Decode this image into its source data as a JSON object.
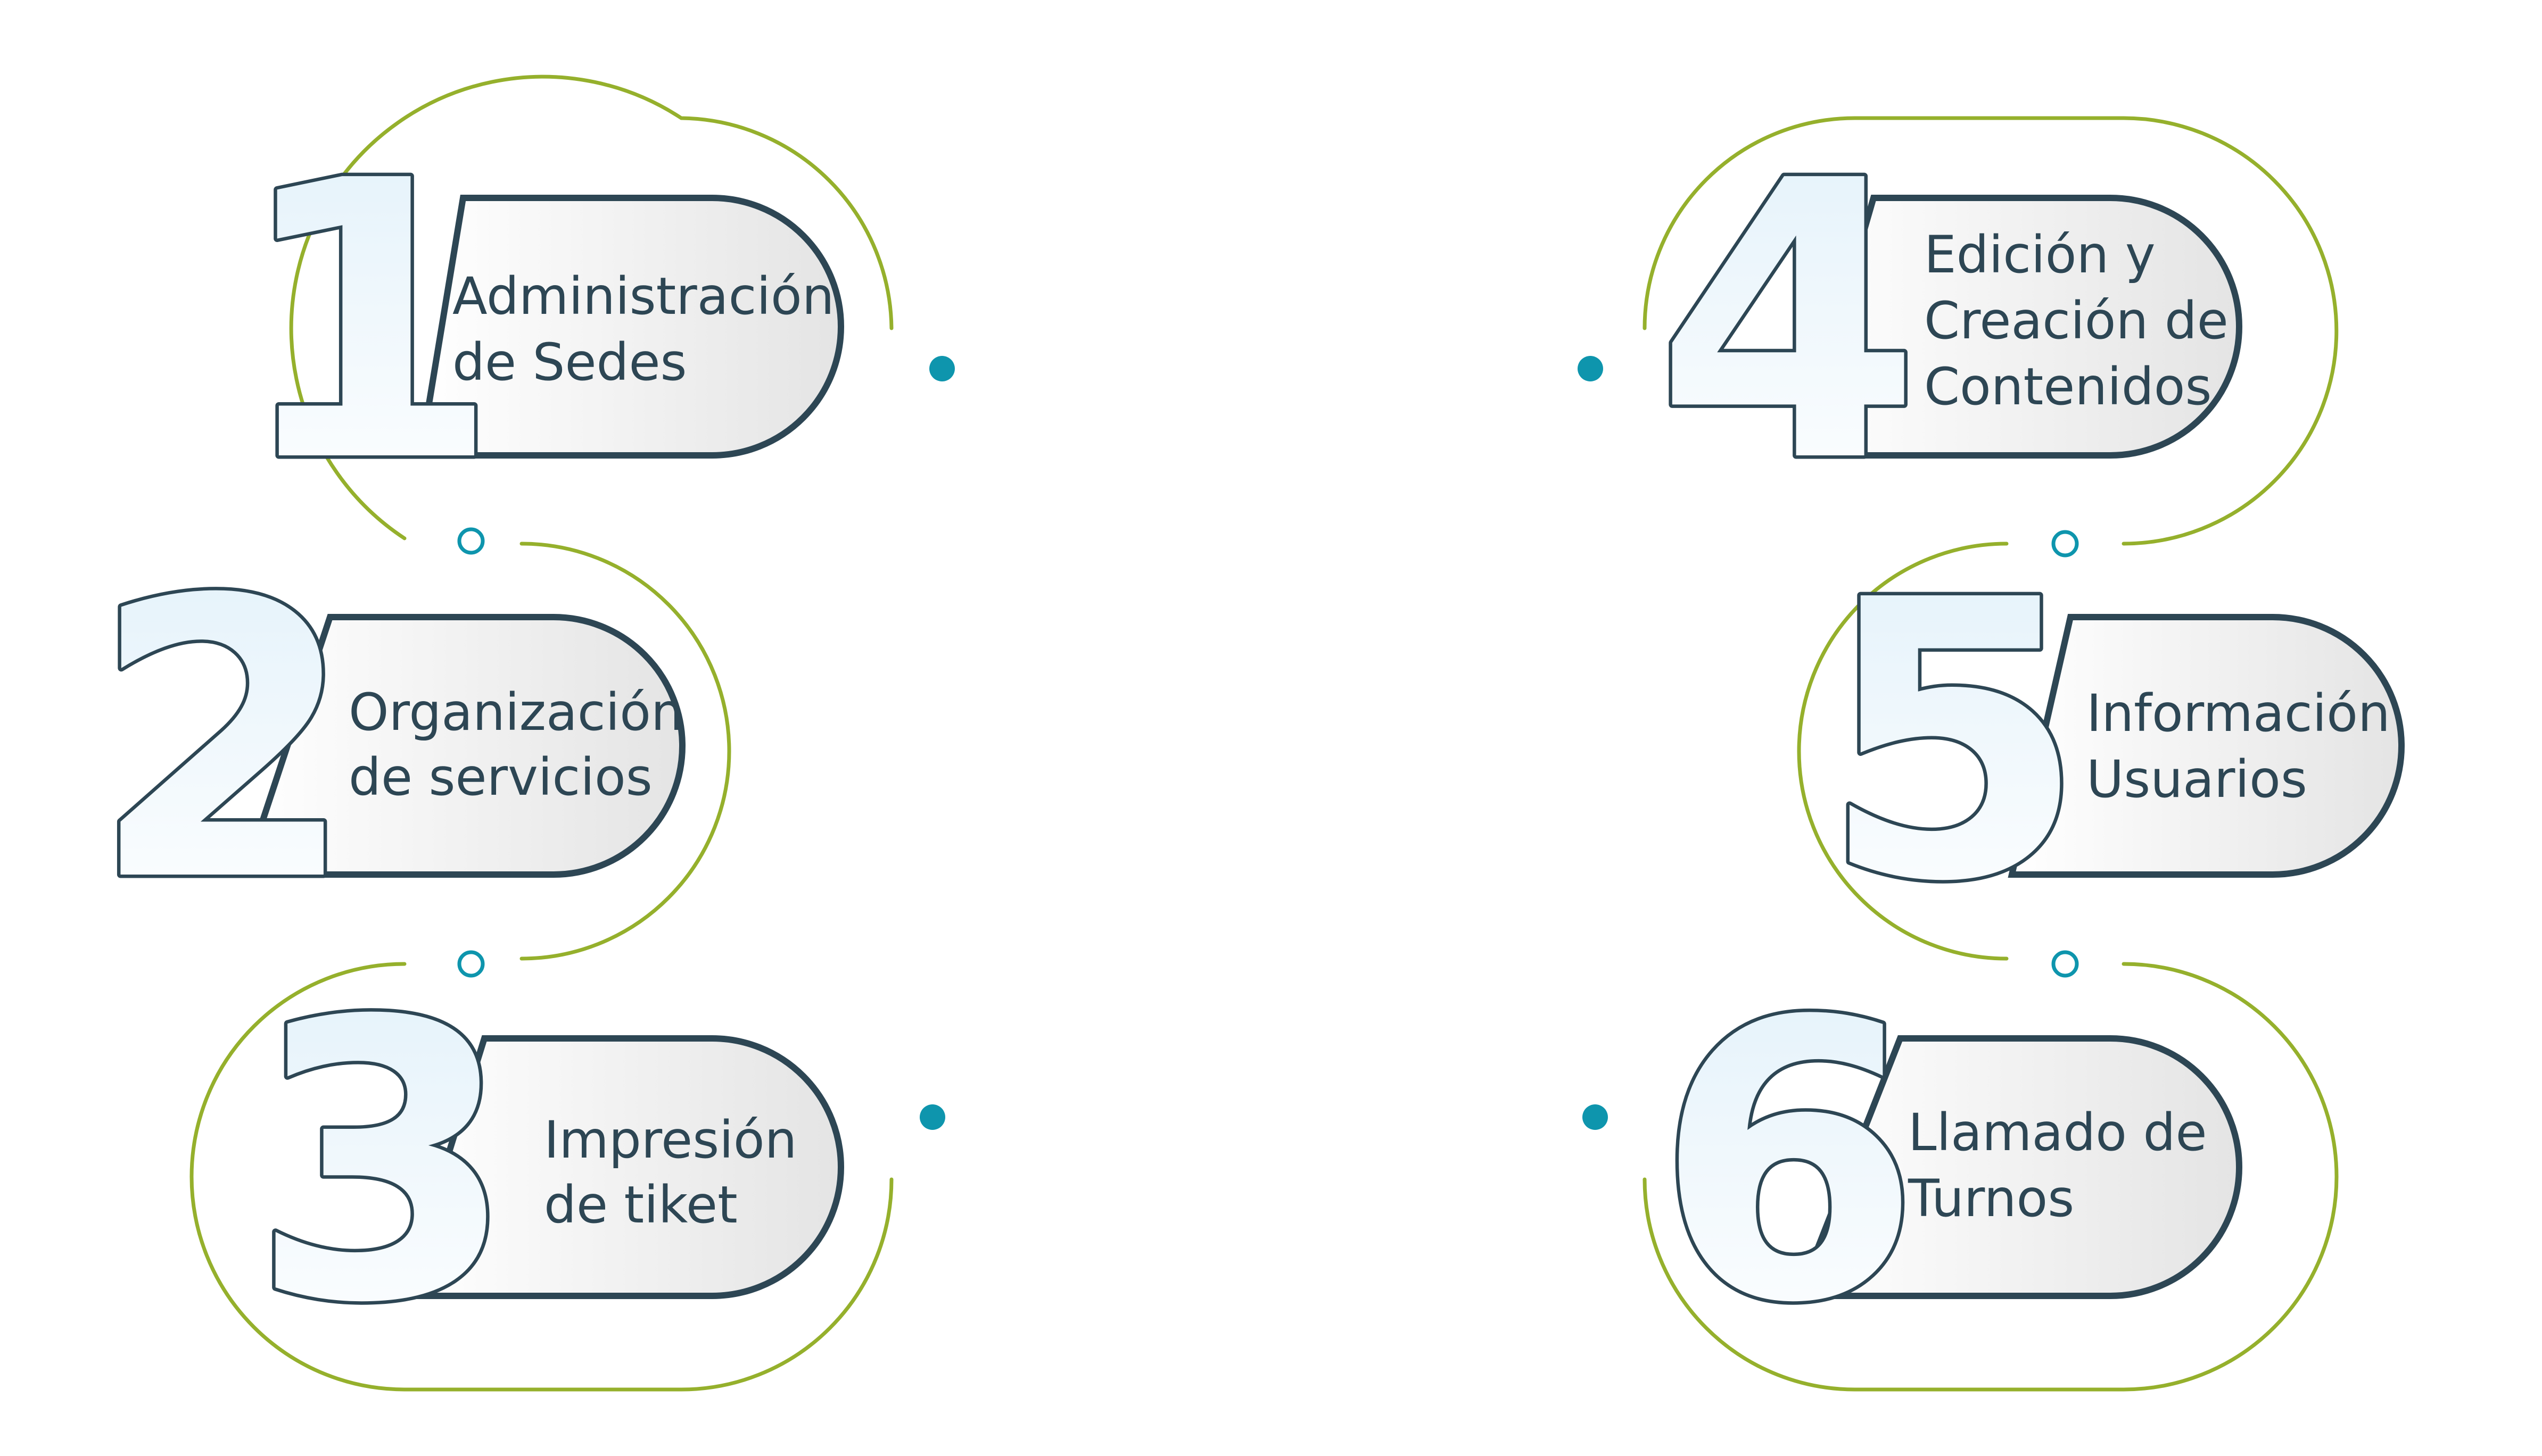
{
  "colors": {
    "outline": "#2d4654",
    "accent_green": "#95b02c",
    "accent_teal": "#0e95ad",
    "digit_fill_top": "#e2f1fa",
    "digit_fill_bottom": "#ffffff",
    "pill_fill_left": "#ffffff",
    "pill_fill_right": "#e4e4e4",
    "text": "#2d4654"
  },
  "steps": [
    {
      "number": "1",
      "label": [
        "Administración",
        "de Sedes"
      ]
    },
    {
      "number": "2",
      "label": [
        "Organización",
        "de servicios"
      ]
    },
    {
      "number": "3",
      "label": [
        "Impresión",
        "de tiket"
      ]
    },
    {
      "number": "4",
      "label": [
        "Edición y",
        "Creación de",
        "Contenidos"
      ]
    },
    {
      "number": "5",
      "label": [
        "Información",
        "Usuarios"
      ]
    },
    {
      "number": "6",
      "label": [
        "Llamado de",
        "Turnos"
      ]
    }
  ]
}
